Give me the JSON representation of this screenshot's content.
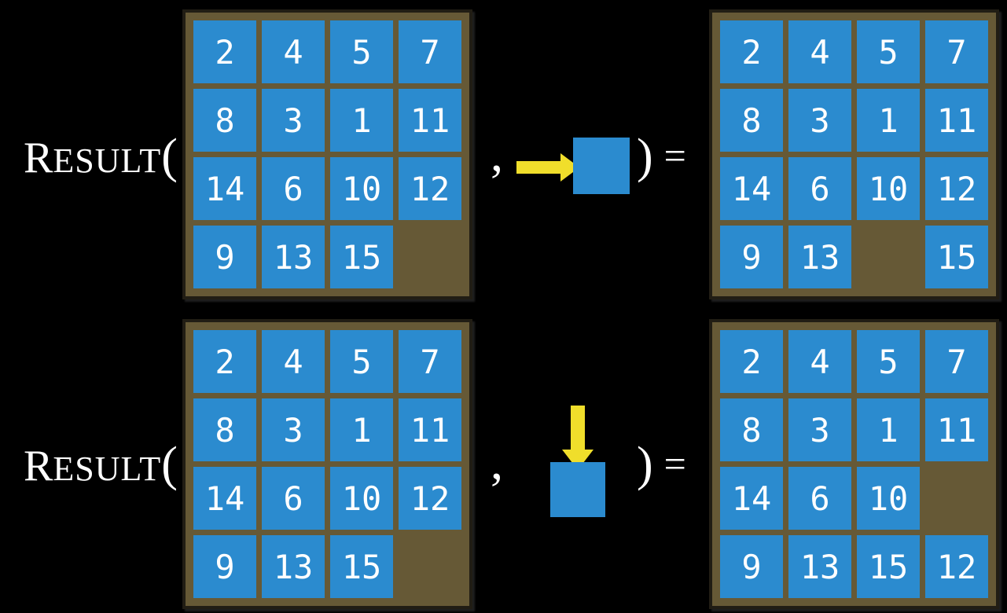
{
  "expression": {
    "function_name_initial": "R",
    "function_name_rest": "ESULT",
    "open_paren": "(",
    "comma": ",",
    "close_paren": ")",
    "equals": "="
  },
  "colors": {
    "background": "#000000",
    "tile_blue": "#2b8bcf",
    "board_brown": "#665936",
    "board_border": "#211d14",
    "arrow_yellow": "#f0de2b",
    "text_white": "#ffffff"
  },
  "examples": [
    {
      "name": "move-right-example",
      "action_icon": "arrow-right-icon",
      "action_direction": "right",
      "input_board": [
        [
          "2",
          "4",
          "5",
          "7"
        ],
        [
          "8",
          "3",
          "1",
          "11"
        ],
        [
          "14",
          "6",
          "10",
          "12"
        ],
        [
          "9",
          "13",
          "15",
          ""
        ]
      ],
      "output_board": [
        [
          "2",
          "4",
          "5",
          "7"
        ],
        [
          "8",
          "3",
          "1",
          "11"
        ],
        [
          "14",
          "6",
          "10",
          "12"
        ],
        [
          "9",
          "13",
          "",
          "15"
        ]
      ]
    },
    {
      "name": "move-down-example",
      "action_icon": "arrow-down-icon",
      "action_direction": "down",
      "input_board": [
        [
          "2",
          "4",
          "5",
          "7"
        ],
        [
          "8",
          "3",
          "1",
          "11"
        ],
        [
          "14",
          "6",
          "10",
          "12"
        ],
        [
          "9",
          "13",
          "15",
          ""
        ]
      ],
      "output_board": [
        [
          "2",
          "4",
          "5",
          "7"
        ],
        [
          "8",
          "3",
          "1",
          "11"
        ],
        [
          "14",
          "6",
          "10",
          ""
        ],
        [
          "9",
          "13",
          "15",
          "12"
        ]
      ]
    }
  ]
}
